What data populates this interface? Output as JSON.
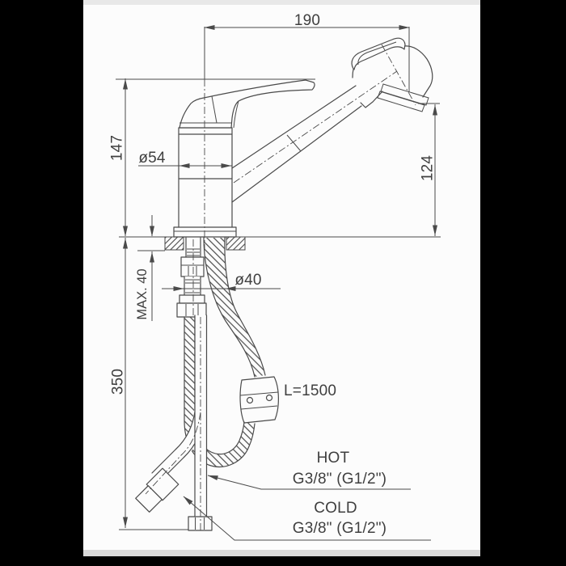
{
  "drawing_labels": {
    "width_top": "190",
    "height_above_counter": "147",
    "body_diameter": "ø54",
    "spout_outlet_height": "124",
    "counter_thickness_max": "MAX. 40",
    "hole_diameter": "ø40",
    "height_below_counter": "350",
    "hose_length": "L=1500",
    "hot": {
      "name": "HOT",
      "thread": "G3/8\" (G1/2\")"
    },
    "cold": {
      "name": "COLD",
      "thread": "G3/8\" (G1/2\")"
    }
  },
  "colors": {
    "background": "#000000",
    "paper": "#fcfcfc",
    "line": "#4a4a4a",
    "text": "#3f3f3f"
  }
}
